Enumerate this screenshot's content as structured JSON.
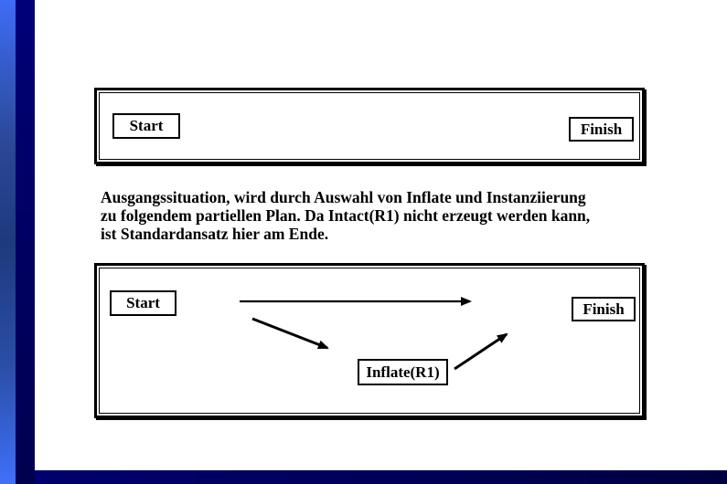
{
  "slide": {
    "paragraph": "Ausgangssituation, wird durch Auswahl von Inflate und Instanziierung\nzu folgendem partiellen Plan. Da Intact(R1) nicht erzeugt werden kann,\nist Standardansatz hier am Ende."
  },
  "diagram_initial": {
    "start_label": "Start",
    "finish_label": "Finish"
  },
  "diagram_partial": {
    "start_label": "Start",
    "finish_label": "Finish",
    "action_label": "Inflate(R1)",
    "edges": [
      {
        "from": "Start",
        "to": "Finish",
        "kind": "ordering-arrow-horizontal"
      },
      {
        "from": "Start",
        "to": "Inflate(R1)",
        "kind": "arrow-diagonal-down"
      },
      {
        "from": "Inflate(R1)",
        "to": "Finish",
        "kind": "arrow-diagonal-up"
      }
    ]
  },
  "colors": {
    "background": "#ffffff",
    "sidebar_blue": "#3a66f2",
    "sidebar_navy": "#000066",
    "bottom_bar_navy": "#000058",
    "line_black": "#000000"
  }
}
